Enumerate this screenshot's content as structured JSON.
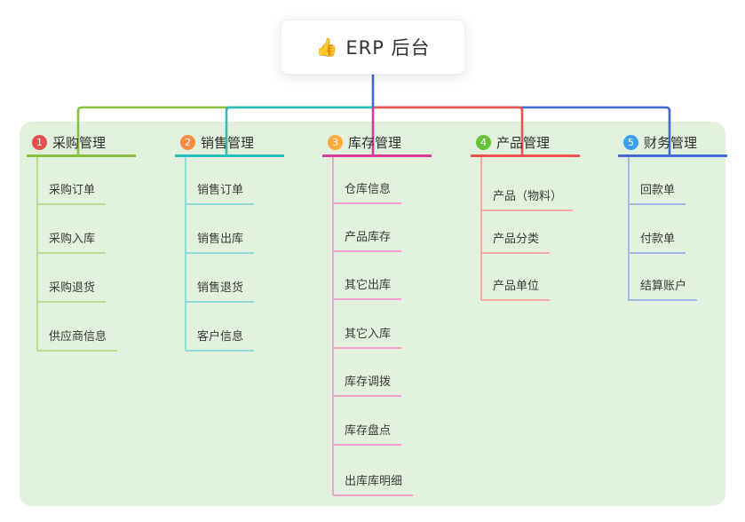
{
  "diagram": {
    "root": {
      "label": "ERP 后台",
      "icon": "👍",
      "connector_color": "#4569d4"
    },
    "panel_background": "#e2f1dd",
    "branches": [
      {
        "num": "1",
        "label": "采购管理",
        "color": "#8cbf3f",
        "light_color": "#bcda90",
        "badge_color": "#e7504e",
        "children": [
          "采购订单",
          "采购入库",
          "采购退货",
          "供应商信息"
        ]
      },
      {
        "num": "2",
        "label": "销售管理",
        "color": "#27c0ba",
        "light_color": "#93dcd6",
        "badge_color": "#fb8c44",
        "children": [
          "销售订单",
          "销售出库",
          "销售退货",
          "客户信息"
        ]
      },
      {
        "num": "3",
        "label": "库存管理",
        "color": "#da3a98",
        "light_color": "#efa3cb",
        "badge_color": "#ffaa3a",
        "children": [
          "仓库信息",
          "产品库存",
          "其它出库",
          "其它入库",
          "库存调拨",
          "库存盘点",
          "出库库明细"
        ]
      },
      {
        "num": "4",
        "label": "产品管理",
        "color": "#ee544f",
        "light_color": "#f5aca7",
        "badge_color": "#67c23a",
        "children": [
          "产品（物料）",
          "产品分类",
          "产品单位"
        ]
      },
      {
        "num": "5",
        "label": "财务管理",
        "color": "#4569d4",
        "light_color": "#a4b9ea",
        "badge_color": "#3aa1f3",
        "children": [
          "回款单",
          "付款单",
          "结算账户"
        ]
      }
    ]
  }
}
